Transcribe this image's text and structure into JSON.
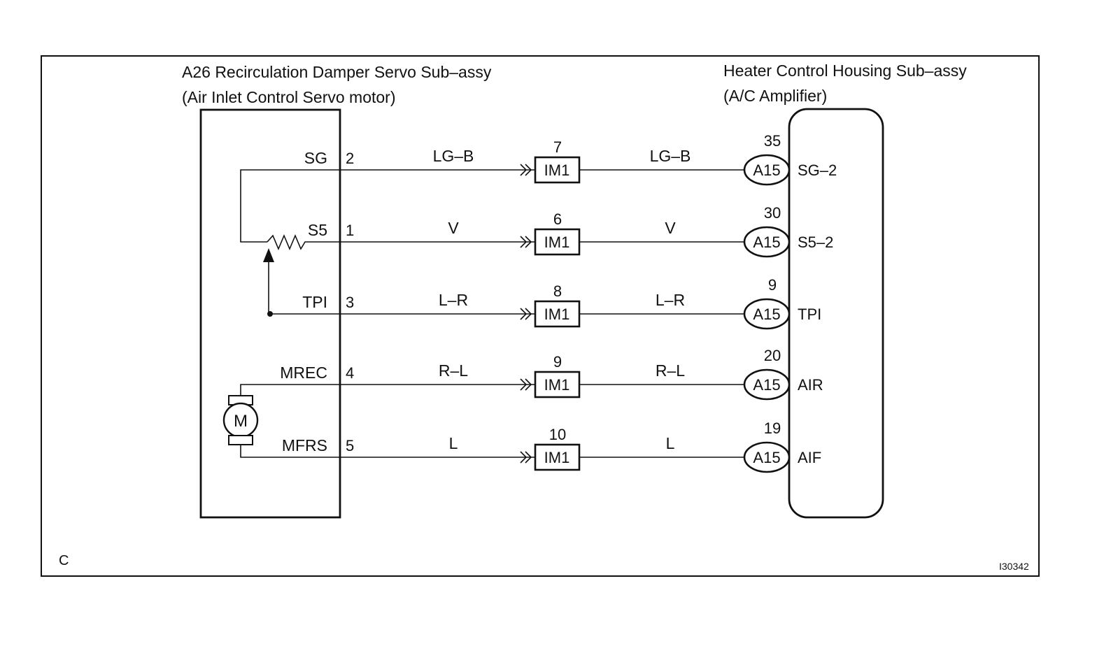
{
  "left_component": {
    "title_line1": "A26 Recirculation Damper Servo Sub–assy",
    "title_line2": "(Air Inlet Control Servo motor)",
    "motor_symbol": "M"
  },
  "right_component": {
    "title_line1": "Heater Control Housing Sub–assy",
    "title_line2": "(A/C Amplifier)"
  },
  "corner_letter": "C",
  "figure_id": "I30342",
  "circuits": [
    {
      "pin_name": "SG",
      "pin": "2",
      "wire_left": "LG–B",
      "im_num": "7",
      "im_label": "IM1",
      "wire_right": "LG–B",
      "a_num": "35",
      "a_label": "A15",
      "terminal": "SG–2"
    },
    {
      "pin_name": "S5",
      "pin": "1",
      "wire_left": "V",
      "im_num": "6",
      "im_label": "IM1",
      "wire_right": "V",
      "a_num": "30",
      "a_label": "A15",
      "terminal": "S5–2"
    },
    {
      "pin_name": "TPI",
      "pin": "3",
      "wire_left": "L–R",
      "im_num": "8",
      "im_label": "IM1",
      "wire_right": "L–R",
      "a_num": "9",
      "a_label": "A15",
      "terminal": "TPI"
    },
    {
      "pin_name": "MREC",
      "pin": "4",
      "wire_left": "R–L",
      "im_num": "9",
      "im_label": "IM1",
      "wire_right": "R–L",
      "a_num": "20",
      "a_label": "A15",
      "terminal": "AIR"
    },
    {
      "pin_name": "MFRS",
      "pin": "5",
      "wire_left": "L",
      "im_num": "10",
      "im_label": "IM1",
      "wire_right": "L",
      "a_num": "19",
      "a_label": "A15",
      "terminal": "AIF"
    }
  ]
}
